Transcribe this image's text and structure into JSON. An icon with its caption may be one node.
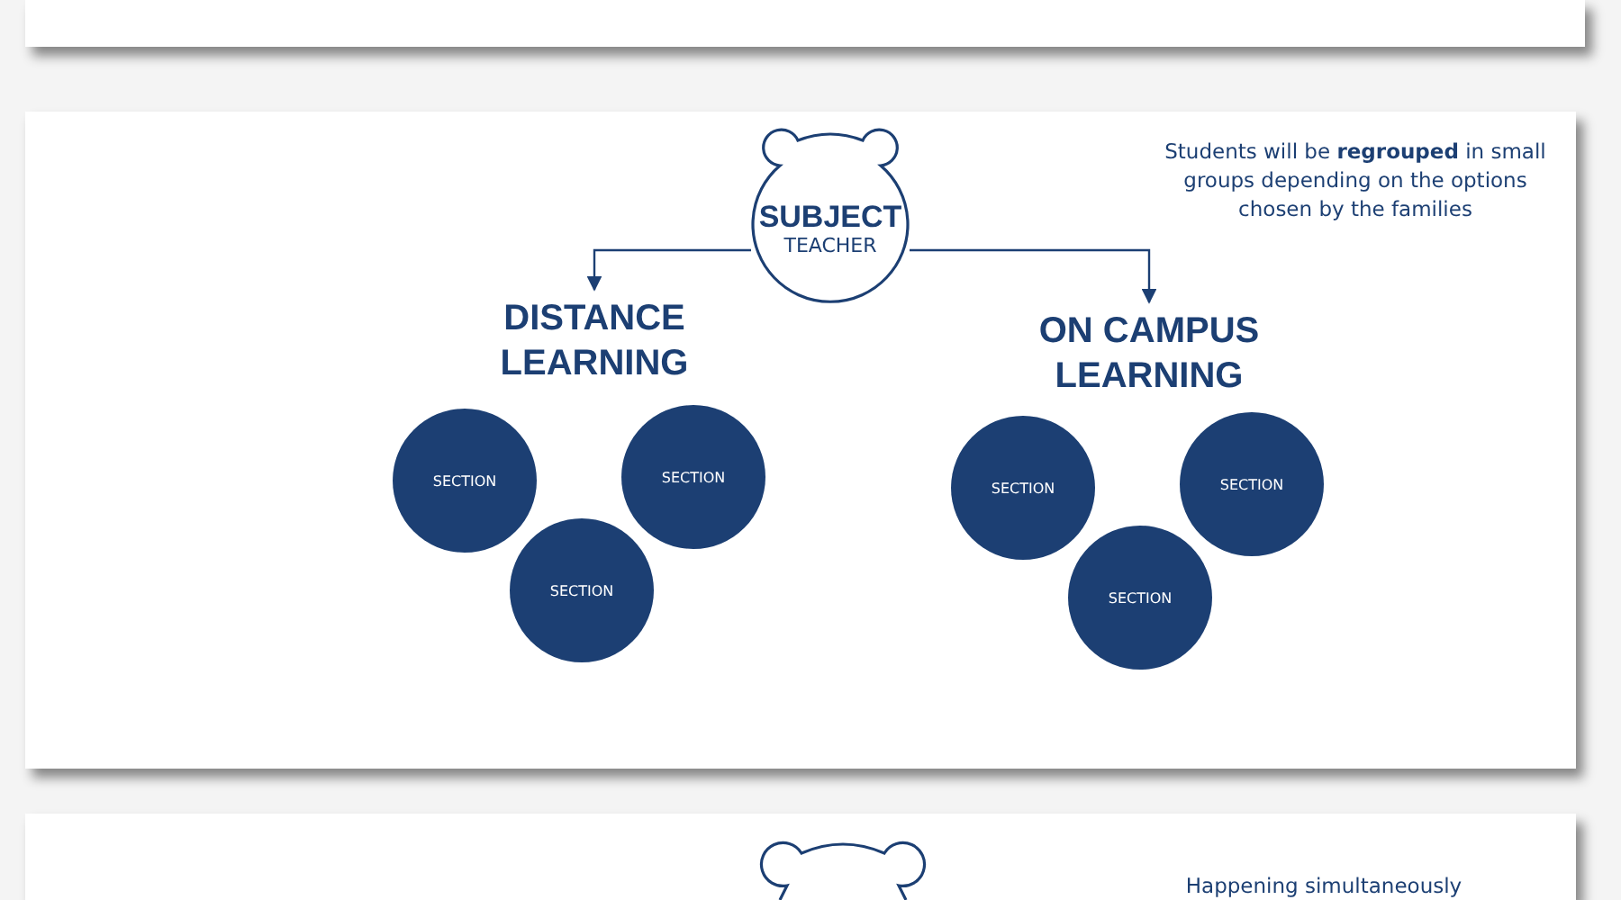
{
  "diagram": {
    "nodes": [
      {
        "text": [
          "SUBJECT",
          "TEACHER"
        ]
      },
      {
        "text": [
          "DISTANCE LEARNING"
        ]
      },
      {
        "text": [
          "ON CAMPUS LEARNING"
        ]
      },
      {
        "text": [
          "SECTION"
        ]
      },
      {
        "text": [
          "SECTION"
        ]
      },
      {
        "text": [
          "SECTION"
        ]
      },
      {
        "text": [
          "SECTION"
        ]
      },
      {
        "text": [
          "SECTION"
        ]
      },
      {
        "text": [
          "SECTION"
        ]
      },
      {
        "text": [],
        "shape": "circle"
      }
    ],
    "edges": [
      {
        "from": 0,
        "to": 1,
        "arrow": "to"
      },
      {
        "from": 0,
        "to": 2,
        "arrow": "to"
      }
    ],
    "labels": [
      "Students will be **regrouped** in small groups depending on the options chosen by the families",
      "Happening simultaneously"
    ]
  }
}
